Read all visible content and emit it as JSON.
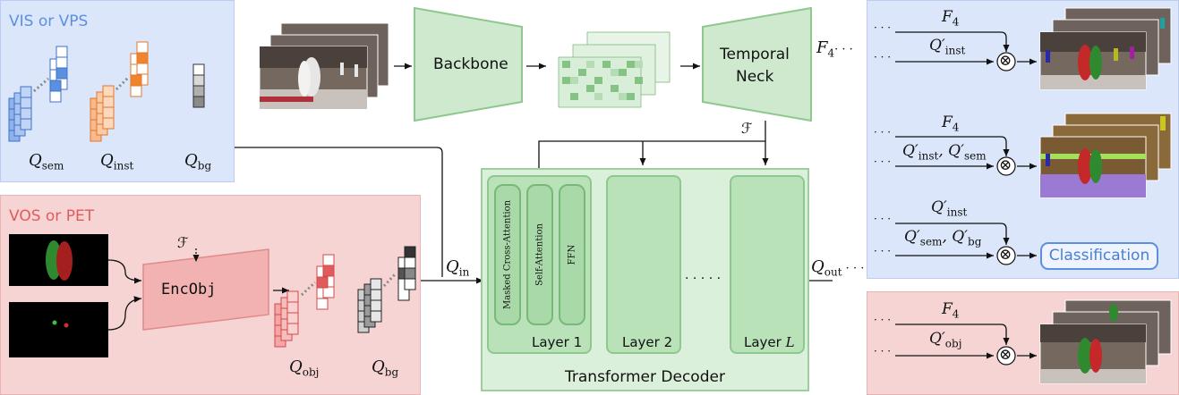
{
  "panels": {
    "vis_title": "VIS or VPS",
    "vos_title": "VOS or PET"
  },
  "queries": {
    "q_sem": "Q",
    "q_sem_sub": "sem",
    "q_inst": "Q",
    "q_inst_sub": "inst",
    "q_bg": "Q",
    "q_bg_sub": "bg",
    "q_obj": "Q",
    "q_obj_sub": "obj",
    "q_bg2": "Q",
    "q_bg2_sub": "bg",
    "q_in": "Q",
    "q_in_sub": "in",
    "q_out": "Q",
    "q_out_sub": "out"
  },
  "modules": {
    "backbone": "Backbone",
    "temporal_neck_1": "Temporal",
    "temporal_neck_2": "Neck",
    "encobj": "EncObj",
    "f4": "F",
    "f4_sub": "4",
    "f4_dots": "· · ·",
    "script_f": "ℱ"
  },
  "decoder": {
    "title": "Transformer Decoder",
    "layer1": "Layer 1",
    "layer2": "Layer 2",
    "layerL": "Layer ",
    "layerL_var": "L",
    "masked_cross_attention": "Masked Cross-Attention",
    "self_attention": "Self-Attention",
    "ffn": "FFN",
    "ellipsis": "· · · · ·"
  },
  "outputs": {
    "row1_f4": "F",
    "row1_f4_sub": "4",
    "row1_q": "Q′",
    "row1_q_sub": "inst",
    "row2_f4": "F",
    "row2_f4_sub": "4",
    "row2_q": "Q′",
    "row2_q_sub": "inst",
    "row2_q2": ", Q′",
    "row2_q2_sub": "sem",
    "row3_q": "Q′",
    "row3_q_sub": "inst",
    "row3_q2": "Q′",
    "row3_q2_sub": "sem",
    "row3_q3": ", Q′",
    "row3_q3_sub": "bg",
    "classification": "Classification",
    "row4_f4": "F",
    "row4_f4_sub": "4",
    "row4_q": "Q′",
    "row4_q_sub": "obj",
    "dots": "· · ·",
    "otimes": "⊗"
  },
  "colors": {
    "blue_panel": "#dbe6fb",
    "red_panel": "#f6d4d4",
    "green": "#daf0da",
    "accent_blue": "#4a7fd6"
  }
}
